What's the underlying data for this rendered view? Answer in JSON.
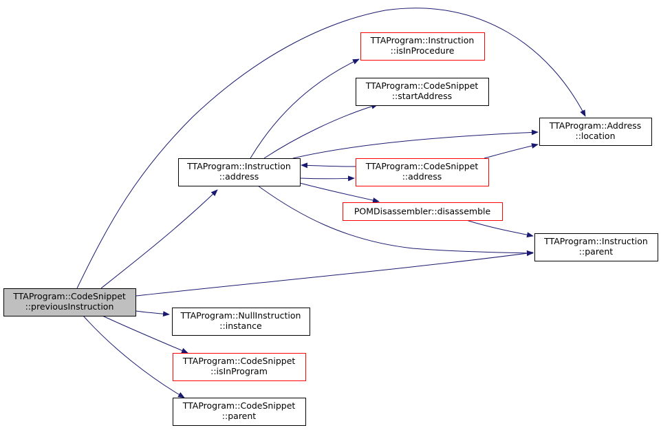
{
  "diagram": {
    "type": "call-graph",
    "colors": {
      "edge": "#191970",
      "border_default": "#000000",
      "border_truncated": "#ff0000",
      "fill_default": "#ffffff",
      "fill_root": "#bfbfbf"
    },
    "nodes": [
      {
        "id": "root",
        "line1": "TTAProgram::CodeSnippet",
        "line2": "::previousInstruction",
        "style": "root"
      },
      {
        "id": "instr_address",
        "line1": "TTAProgram::Instruction",
        "line2": "::address",
        "style": "default"
      },
      {
        "id": "isInProcedure",
        "line1": "TTAProgram::Instruction",
        "line2": "::isInProcedure",
        "style": "truncated"
      },
      {
        "id": "startAddress",
        "line1": "TTAProgram::CodeSnippet",
        "line2": "::startAddress",
        "style": "default"
      },
      {
        "id": "addr_location",
        "line1": "TTAProgram::Address",
        "line2": "::location",
        "style": "default"
      },
      {
        "id": "cs_address",
        "line1": "TTAProgram::CodeSnippet",
        "line2": "::address",
        "style": "truncated"
      },
      {
        "id": "disassemble",
        "line1": "POMDisassembler::disassemble",
        "line2": "",
        "style": "truncated"
      },
      {
        "id": "instr_parent",
        "line1": "TTAProgram::Instruction",
        "line2": "::parent",
        "style": "default"
      },
      {
        "id": "null_instance",
        "line1": "TTAProgram::NullInstruction",
        "line2": "::instance",
        "style": "default"
      },
      {
        "id": "isInProgram",
        "line1": "TTAProgram::CodeSnippet",
        "line2": "::isInProgram",
        "style": "truncated"
      },
      {
        "id": "cs_parent",
        "line1": "TTAProgram::CodeSnippet",
        "line2": "::parent",
        "style": "default"
      }
    ],
    "edges": [
      {
        "from": "root",
        "to": "instr_address"
      },
      {
        "from": "root",
        "to": "addr_location"
      },
      {
        "from": "root",
        "to": "instr_parent"
      },
      {
        "from": "root",
        "to": "null_instance"
      },
      {
        "from": "root",
        "to": "isInProgram"
      },
      {
        "from": "root",
        "to": "cs_parent"
      },
      {
        "from": "instr_address",
        "to": "isInProcedure"
      },
      {
        "from": "instr_address",
        "to": "startAddress"
      },
      {
        "from": "instr_address",
        "to": "addr_location"
      },
      {
        "from": "instr_address",
        "to": "cs_address"
      },
      {
        "from": "instr_address",
        "to": "disassemble"
      },
      {
        "from": "instr_address",
        "to": "instr_parent"
      },
      {
        "from": "cs_address",
        "to": "instr_address"
      },
      {
        "from": "cs_address",
        "to": "addr_location"
      },
      {
        "from": "disassemble",
        "to": "instr_parent"
      }
    ]
  }
}
